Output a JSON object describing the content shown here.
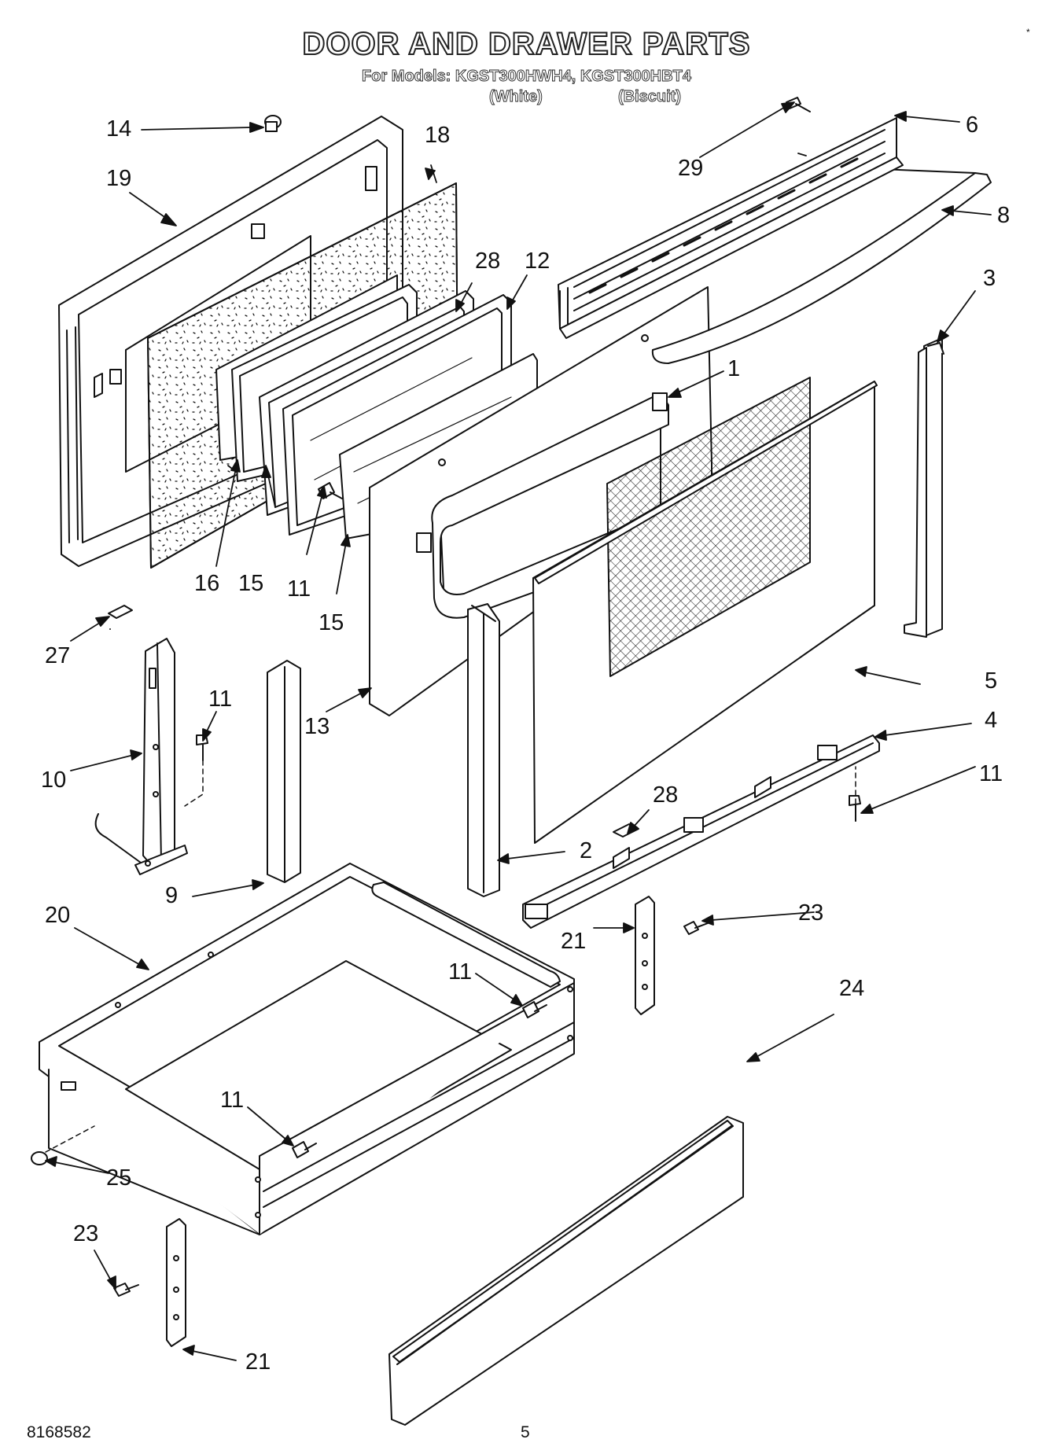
{
  "title": "DOOR AND DRAWER PARTS",
  "models_line": "For Models: KGST300HWH4, KGST300HBT4",
  "color_white": "(White)",
  "color_biscuit": "(Biscuit)",
  "callouts": {
    "c1": "1",
    "c2": "2",
    "c3": "3",
    "c4": "4",
    "c5": "5",
    "c6": "6",
    "c8": "8",
    "c9": "9",
    "c10": "10",
    "c11": "11",
    "c12": "12",
    "c13": "13",
    "c14": "14",
    "c15": "15",
    "c16": "16",
    "c18": "18",
    "c19": "19",
    "c20": "20",
    "c21": "21",
    "c23": "23",
    "c24": "24",
    "c25": "25",
    "c27": "27",
    "c28": "28",
    "c29": "29"
  },
  "footer_code": "8168582",
  "page_number": "5"
}
